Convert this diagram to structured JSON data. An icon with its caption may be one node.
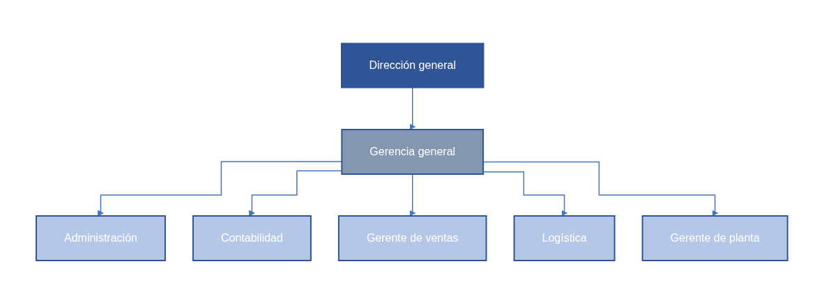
{
  "diagram": {
    "nodes": [
      {
        "text": [
          "Dirección general"
        ]
      },
      {
        "text": [
          "Gerencia general"
        ]
      },
      {
        "text": [
          "Administración"
        ]
      },
      {
        "text": [
          "Contabilidad"
        ]
      },
      {
        "text": [
          "Gerente de ventas"
        ]
      },
      {
        "text": [
          "Logística"
        ]
      },
      {
        "text": [
          "Gerente de planta"
        ]
      }
    ],
    "edges": [
      {
        "from": 0,
        "to": 1,
        "arrow": "to"
      },
      {
        "from": 1,
        "to": 2,
        "arrow": "to"
      },
      {
        "from": 1,
        "to": 3,
        "arrow": "to"
      },
      {
        "from": 1,
        "to": 4,
        "arrow": "to"
      },
      {
        "from": 1,
        "to": 5,
        "arrow": "to"
      },
      {
        "from": 1,
        "to": 6,
        "arrow": "to"
      }
    ]
  }
}
